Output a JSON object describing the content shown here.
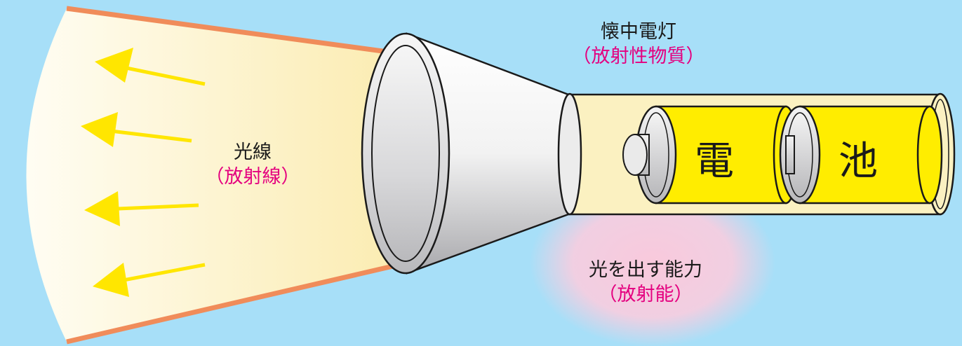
{
  "labels": {
    "flashlight": {
      "main": "懐中電灯",
      "sub": "（放射性物質）"
    },
    "light": {
      "main": "光線",
      "sub": "（放射線）"
    },
    "ability": {
      "main": "光を出す能力",
      "sub": "（放射能）"
    }
  },
  "batteries": [
    "電",
    "池"
  ],
  "colors": {
    "background": "#a7dff8",
    "beam_edge": "#f08c5a",
    "arrow": "#ffe600",
    "battery": "#ffed00",
    "emphasis_text": "#e4007f",
    "glow": "#f9c9dc"
  }
}
